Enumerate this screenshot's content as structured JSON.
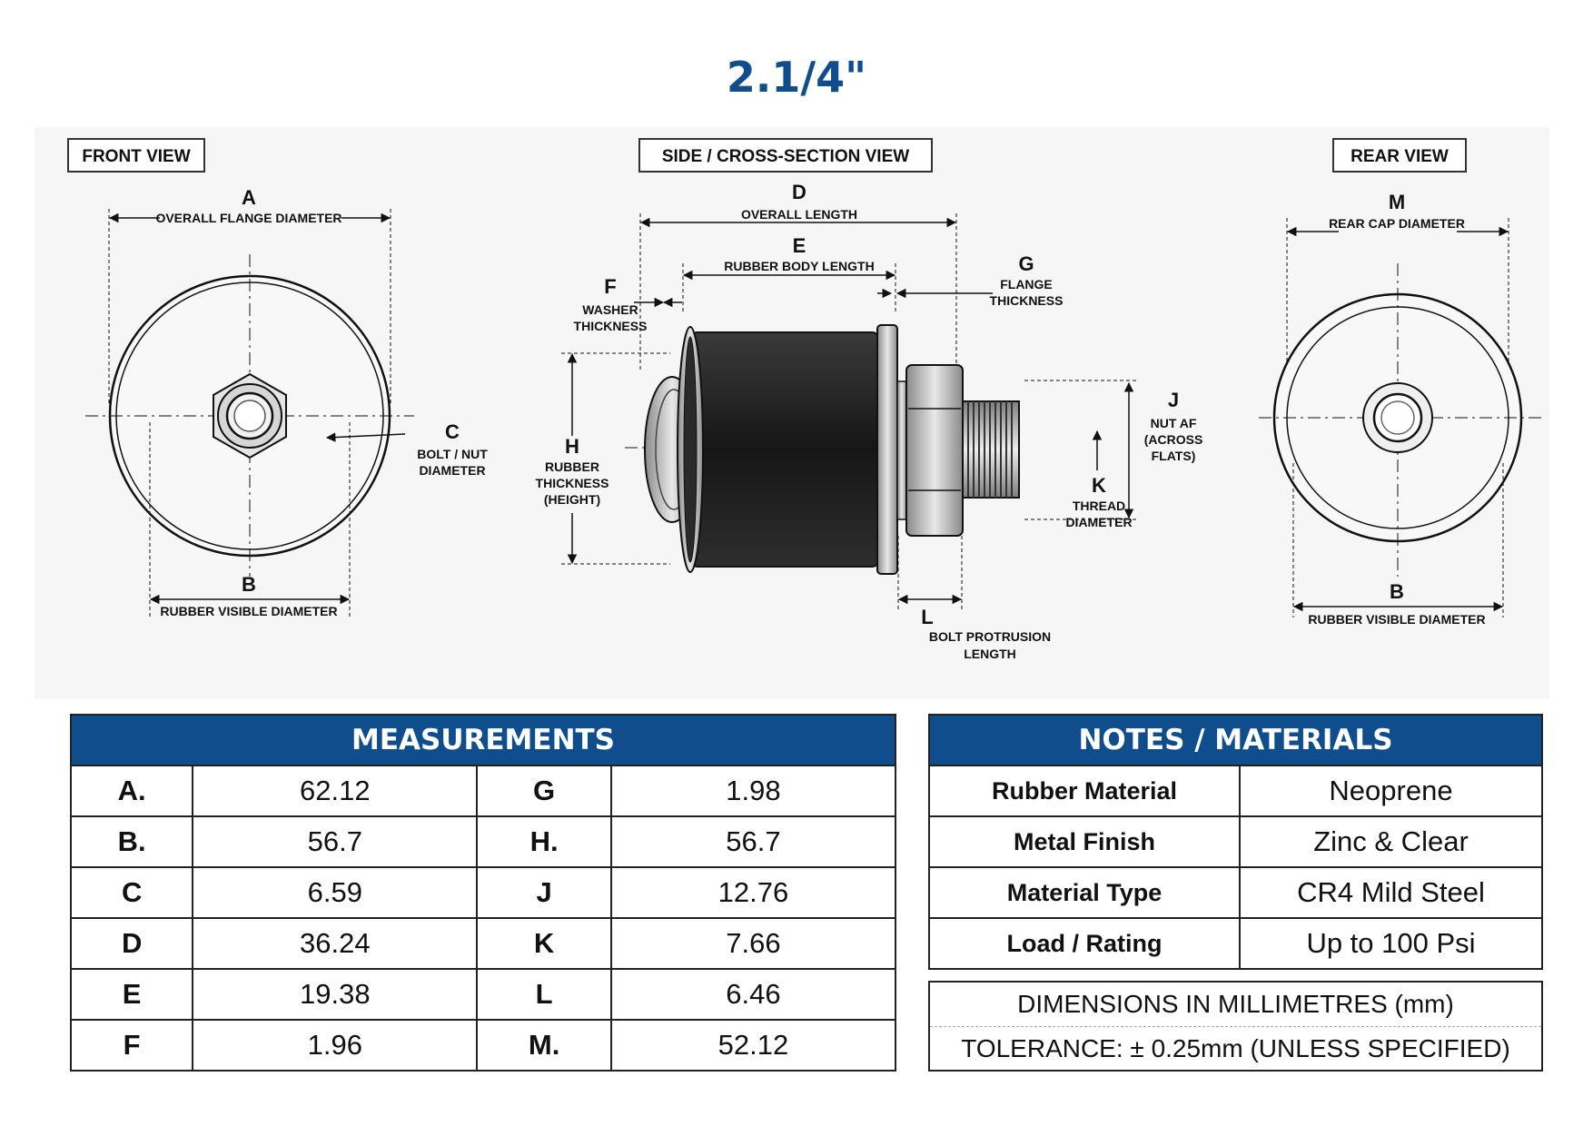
{
  "title": "2.1/4\"",
  "views": {
    "front": {
      "label": "FRONT VIEW",
      "dim_a_letter": "A",
      "dim_a_text": "OVERALL FLANGE DIAMETER",
      "dim_b_letter": "B",
      "dim_b_text": "RUBBER VISIBLE DIAMETER",
      "dim_c_letter": "C",
      "dim_c_text_1": "BOLT / NUT",
      "dim_c_text_2": "DIAMETER"
    },
    "side": {
      "label": "SIDE / CROSS-SECTION VIEW",
      "dim_d_letter": "D",
      "dim_d_text": "OVERALL LENGTH",
      "dim_e_letter": "E",
      "dim_e_text": "RUBBER BODY LENGTH",
      "dim_f_letter": "F",
      "dim_f_text_1": "WASHER",
      "dim_f_text_2": "THICKNESS",
      "dim_g_letter": "G",
      "dim_g_text_1": "FLANGE",
      "dim_g_text_2": "THICKNESS",
      "dim_h_letter": "H",
      "dim_h_text_1": "RUBBER",
      "dim_h_text_2": "THICKNESS",
      "dim_h_text_3": "(HEIGHT)",
      "dim_j_letter": "J",
      "dim_j_text_1": "NUT AF",
      "dim_j_text_2": "(ACROSS",
      "dim_j_text_3": "FLATS)",
      "dim_k_letter": "K",
      "dim_k_text_1": "THREAD",
      "dim_k_text_2": "DIAMETER",
      "dim_l_letter": "L",
      "dim_l_text_1": "BOLT PROTRUSION",
      "dim_l_text_2": "LENGTH"
    },
    "rear": {
      "label": "REAR VIEW",
      "dim_m_letter": "M",
      "dim_m_text": "REAR CAP DIAMETER",
      "dim_b_letter": "B",
      "dim_b_text": "RUBBER VISIBLE DIAMETER"
    }
  },
  "measurements": {
    "header": "MEASUREMENTS",
    "rows": [
      {
        "k1": "A.",
        "v1": "62.12",
        "k2": "G",
        "v2": "1.98"
      },
      {
        "k1": "B.",
        "v1": "56.7",
        "k2": "H.",
        "v2": "56.7"
      },
      {
        "k1": "C",
        "v1": "6.59",
        "k2": "J",
        "v2": "12.76"
      },
      {
        "k1": "D",
        "v1": "36.24",
        "k2": "K",
        "v2": "7.66"
      },
      {
        "k1": "E",
        "v1": "19.38",
        "k2": "L",
        "v2": "6.46"
      },
      {
        "k1": "F",
        "v1": "1.96",
        "k2": "M.",
        "v2": "52.12"
      }
    ]
  },
  "notes": {
    "header": "NOTES / MATERIALS",
    "rows": [
      {
        "label": "Rubber Material",
        "value": "Neoprene"
      },
      {
        "label": "Metal Finish",
        "value": "Zinc & Clear"
      },
      {
        "label": "Material Type",
        "value": "CR4 Mild Steel"
      },
      {
        "label": "Load / Rating",
        "value": "Up to 100 Psi"
      }
    ],
    "units_line": "DIMENSIONS IN MILLIMETRES (mm)",
    "tolerance_line": "TOLERANCE: ± 0.25mm (UNLESS SPECIFIED)"
  },
  "colors": {
    "brand_blue": "#0f4d8c",
    "rubber": "#1c1c1c",
    "metal": "#c9c9c9"
  }
}
